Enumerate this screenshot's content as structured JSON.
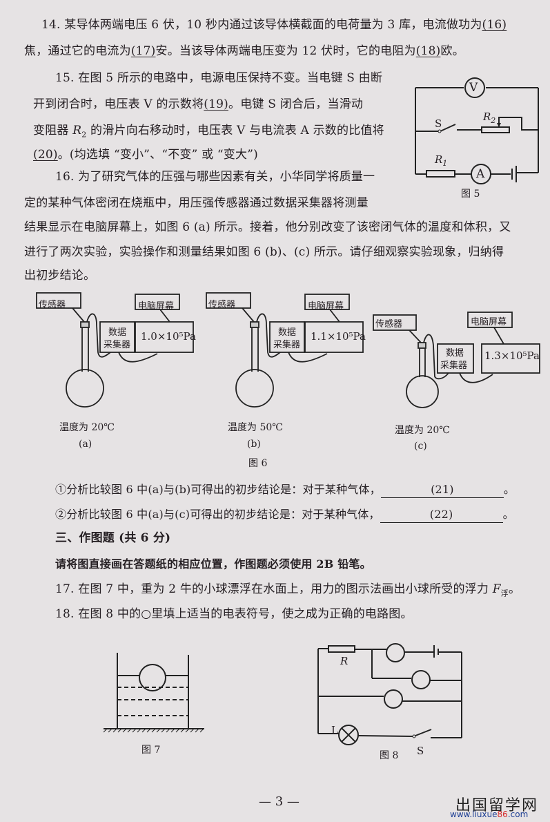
{
  "q14": {
    "line1_a": "14. 某导体两端电压 6 伏，10 秒内通过该导体横截面的电荷量为 3 库，电流做功为",
    "blank16": "(16)",
    "line2_a": "焦，通过它的电流为",
    "blank17": "(17)",
    "line2_b": "安。当该导体两端电压变为 12 伏时，它的电阻为",
    "blank18": "(18)",
    "line2_c": "欧。"
  },
  "q15": {
    "line1": "15. 在图 5 所示的电路中，电源电压保持不变。当电键 S 由断",
    "line2_a": "开到闭合时，电压表 V 的示数将",
    "blank19": "(19)",
    "line2_b": "。电键 S 闭合后，当滑动",
    "line3_a": "变阻器 ",
    "line3_r": "R",
    "line3_sub": "2",
    "line3_b": " 的滑片向右移动时，电压表 V 与电流表 A 示数的比值将",
    "blank20": "(20)",
    "line4_b": "。(均选填 “变小”、“不变” 或 “变大”)"
  },
  "fig5": {
    "caption": "图 5",
    "voltmeter": "V",
    "ammeter": "A",
    "switch": "S",
    "r1": "R",
    "r1_sub": "1",
    "r2": "R",
    "r2_sub": "2"
  },
  "q16": {
    "line1": "16. 为了研究气体的压强与哪些因素有关，小华同学将质量一",
    "line2": "定的某种气体密闭在烧瓶中，用压强传感器通过数据采集器将测量",
    "line3": "结果显示在电脑屏幕上，如图 6 (a) 所示。接着，他分别改变了该密闭气体的温度和体积，又",
    "line4": "进行了两次实验，实验操作和测量结果如图 6 (b)、(c) 所示。请仔细观察实验现象，归纳得",
    "line5": "出初步结论。"
  },
  "fig6": {
    "caption": "图 6",
    "panels": [
      {
        "sensor": "传感器",
        "collector_1": "数据",
        "collector_2": "采集器",
        "screen_label": "电脑屏幕",
        "reading": "1.0×10⁵Pa",
        "temp": "温度为 20℃",
        "label": "(a)"
      },
      {
        "sensor": "传感器",
        "collector_1": "数据",
        "collector_2": "采集器",
        "screen_label": "电脑屏幕",
        "reading": "1.1×10⁵Pa",
        "temp": "温度为 50℃",
        "label": "(b)"
      },
      {
        "sensor": "传感器",
        "collector_1": "数据",
        "collector_2": "采集器",
        "screen_label": "电脑屏幕",
        "reading": "1.3×10⁵Pa",
        "temp": "温度为 20℃",
        "label": "(c)"
      }
    ]
  },
  "q16_answers": {
    "a1": "①分析比较图 6 中(a)与(b)可得出的初步结论是：对于某种气体，",
    "blank21": "(21)",
    "a2": "②分析比较图 6 中(a)与(c)可得出的初步结论是：对于某种气体，",
    "blank22": "(22)",
    "end": "。"
  },
  "section3": {
    "heading": "三、作图题 (共 6 分)",
    "instruction": "请将图直接画在答题纸的相应位置，作图题必须使用 2B 铅笔。"
  },
  "q17": {
    "text": "17. 在图 7 中，重为 2 牛的小球漂浮在水面上，用力的图示法画出小球所受的浮力 ",
    "f": "F",
    "f_sub": "浮",
    "end": "。"
  },
  "q18": {
    "text": "18. 在图 8 中的○里填上适当的电表符号，使之成为正确的电路图。"
  },
  "fig7": {
    "caption": "图 7"
  },
  "fig8": {
    "caption": "图 8",
    "resistor": "R",
    "lamp": "L",
    "switch": "S"
  },
  "footer": {
    "page_number": "— 3 —",
    "watermark_cn": "出国留学网",
    "watermark_url_a": "www.liuxue",
    "watermark_url_b": "86",
    "watermark_url_c": ".com"
  }
}
